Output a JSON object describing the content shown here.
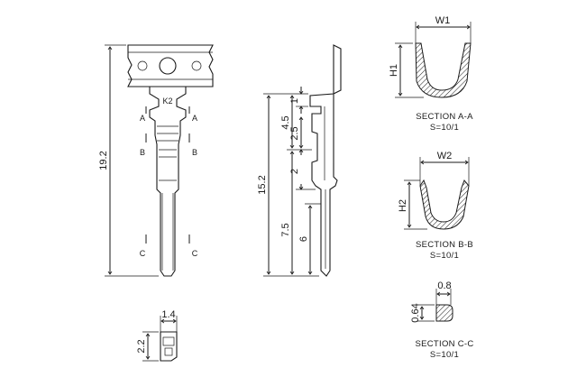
{
  "dimensions": {
    "total_length": "19.2",
    "side_length": "15.2",
    "d_4_5": "4.5",
    "d_1": "1",
    "d_2_5": "2.5",
    "d_2": "2",
    "d_7_5": "7.5",
    "d_6": "6",
    "w1": "W1",
    "h1": "H1",
    "w2": "W2",
    "h2": "H2",
    "c_width": "0.8",
    "c_height": "0.64",
    "end_width": "1.4",
    "end_height": "2.2",
    "k2": "K2"
  },
  "section_marks": {
    "a": "A",
    "b": "B",
    "c": "C"
  },
  "sections": {
    "aa_title": "SECTION A-A",
    "aa_scale": "S=10/1",
    "bb_title": "SECTION B-B",
    "bb_scale": "S=10/1",
    "cc_title": "SECTION C-C",
    "cc_scale": "S=10/1"
  }
}
